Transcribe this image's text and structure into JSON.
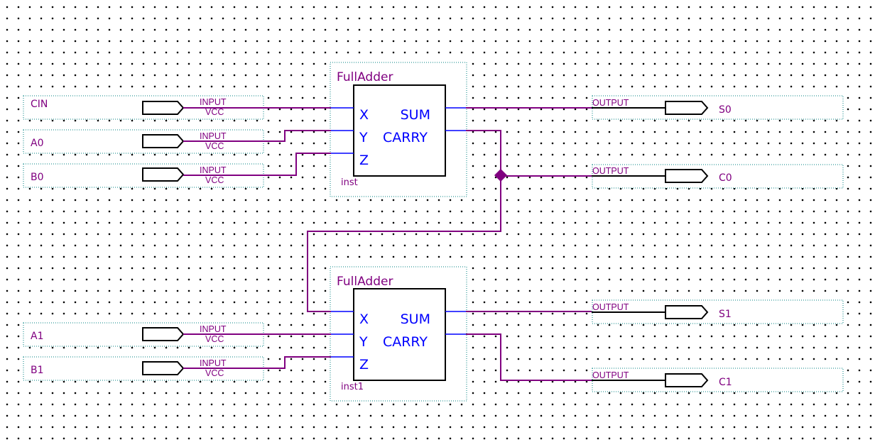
{
  "inputs": {
    "cin": {
      "name": "CIN",
      "tag": "INPUT",
      "default": "VCC"
    },
    "a0": {
      "name": "A0",
      "tag": "INPUT",
      "default": "VCC"
    },
    "b0": {
      "name": "B0",
      "tag": "INPUT",
      "default": "VCC"
    },
    "a1": {
      "name": "A1",
      "tag": "INPUT",
      "default": "VCC"
    },
    "b1": {
      "name": "B1",
      "tag": "INPUT",
      "default": "VCC"
    }
  },
  "outputs": {
    "s0": {
      "name": "S0",
      "tag": "OUTPUT"
    },
    "c0": {
      "name": "C0",
      "tag": "OUTPUT"
    },
    "s1": {
      "name": "S1",
      "tag": "OUTPUT"
    },
    "c1": {
      "name": "C1",
      "tag": "OUTPUT"
    }
  },
  "blocks": {
    "fa0": {
      "title": "FullAdder",
      "instance": "inst",
      "ports": {
        "x": "X",
        "y": "Y",
        "z": "Z",
        "sum": "SUM",
        "carry": "CARRY"
      }
    },
    "fa1": {
      "title": "FullAdder",
      "instance": "inst1",
      "ports": {
        "x": "X",
        "y": "Y",
        "z": "Z",
        "sum": "SUM",
        "carry": "CARRY"
      }
    }
  },
  "colors": {
    "wire": "#800080",
    "port_text": "#0000ff",
    "border": "#008080"
  }
}
